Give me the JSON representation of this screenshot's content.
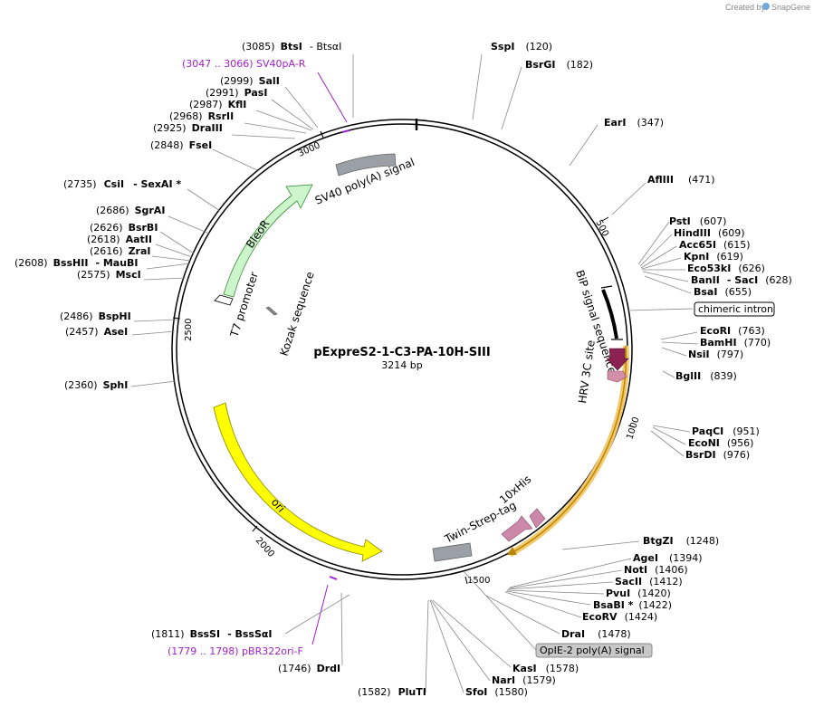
{
  "watermark": {
    "text": "Created by",
    "brand": "SnapGene"
  },
  "plasmid": {
    "name": "pExpreS2-1-C3-PA-10H-SIII",
    "length": "3214 bp"
  },
  "ticks": {
    "t500": "500",
    "t1000": "1000",
    "t1500": "1500",
    "t2000": "2000",
    "t2500": "2500",
    "t3000": "3000"
  },
  "features": {
    "sv40": "SV40 poly(A) signal",
    "bleor": "BleoR",
    "t7": "T7 promoter",
    "kozak": "Kozak sequence",
    "bip": "BiP signal sequence",
    "hrv": "HRV 3C site",
    "chimeric": "chimeric intron",
    "his": "10xHis",
    "twinstrep": "Twin-Strep-tag",
    "ori": "ori",
    "opie2": "OpIE-2 poly(A) signal"
  },
  "primers": {
    "sv40pa": "(3047 .. 3066)  SV40pA-R",
    "pbr": "(1779 .. 1798)  pBR322ori-F"
  },
  "sites": {
    "btsi_n": "(3085)",
    "btsi": "BtsI",
    "btsai": "- BtsαI",
    "sali_n": "(2999)",
    "sali": "SalI",
    "pasi_n": "(2991)",
    "pasi": "PasI",
    "kfli_n": "(2987)",
    "kfli": "KflI",
    "rsrii_n": "(2968)",
    "rsrii": "RsrII",
    "draiii_n": "(2925)",
    "draiii": "DraIII",
    "fsei_n": "(2848)",
    "fsei": "FseI",
    "csii_n": "(2735)",
    "csii": "CsiI",
    "sexai": "- SexAI *",
    "sgrai_n": "(2686)",
    "sgrai": "SgrAI",
    "bsrbi_n": "(2626)",
    "bsrbi": "BsrBI",
    "aatii_n": "(2618)",
    "aatii": "AatII",
    "zrai_n": "(2616)",
    "zrai": "ZraI",
    "bsshii_n": "(2608)",
    "bsshii": "BssHII",
    "maubi": "- MauBI",
    "msci_n": "(2575)",
    "msci": "MscI",
    "bsphi_n": "(2486)",
    "bsphi": "BspHI",
    "asei_n": "(2457)",
    "asei": "AseI",
    "sphi_n": "(2360)",
    "sphi": "SphI",
    "sspi": "SspI",
    "sspi_n": "(120)",
    "bsrgi": "BsrGI",
    "bsrgi_n": "(182)",
    "eari": "EarI",
    "eari_n": "(347)",
    "afliii": "AflIII",
    "afliii_n": "(471)",
    "psti": "PstI",
    "psti_n": "(607)",
    "hindiii": "HindIII",
    "hindiii_n": "(609)",
    "acc65i": "Acc65I",
    "acc65i_n": "(615)",
    "kpni": "KpnI",
    "kpni_n": "(619)",
    "eco53ki": "Eco53kI",
    "eco53ki_n": "(626)",
    "banii": "BanII",
    "saci": "- SacI",
    "banii_n": "(628)",
    "bsai": "BsaI",
    "bsai_n": "(655)",
    "ecori": "EcoRI",
    "ecori_n": "(763)",
    "bamhi": "BamHI",
    "bamhi_n": "(770)",
    "nsii": "NsiI",
    "nsii_n": "(797)",
    "bglii": "BglII",
    "bglii_n": "(839)",
    "paqci": "PaqCI",
    "paqci_n": "(951)",
    "econi": "EcoNI",
    "econi_n": "(956)",
    "bsrdi": "BsrDI",
    "bsrdi_n": "(976)",
    "btgzi": "BtgZI",
    "btgzi_n": "(1248)",
    "agei": "AgeI",
    "agei_n": "(1394)",
    "noti": "NotI",
    "noti_n": "(1406)",
    "sacii": "SacII",
    "sacii_n": "(1412)",
    "pvui": "PvuI",
    "pvui_n": "(1420)",
    "bsabi": "BsaBI *",
    "bsabi_n": "(1422)",
    "ecorv": "EcoRV",
    "ecorv_n": "(1424)",
    "drai": "DraI",
    "drai_n": "(1478)",
    "kasi": "KasI",
    "kasi_n": "(1578)",
    "nari": "NarI",
    "nari_n": "(1579)",
    "sfoi": "SfoI",
    "sfoi_n": "(1580)",
    "pluti_n": "(1582)",
    "pluti": "PluTI",
    "bsssi_n": "(1811)",
    "bsssi": "BssSI",
    "bsssai": "- BssSαI",
    "drdi_n": "(1746)",
    "drdi": "DrdI"
  },
  "colors": {
    "backbone": "#000000",
    "bleor": "#ccf5cc",
    "ori": "#ffff00",
    "signal": "#9aa0a6",
    "bip": "#000000",
    "hrv": "#d48fa8",
    "tag": "#cc88a8",
    "cds_orange": "#f5c96a",
    "primer": "#a020c8",
    "kozak": "#888888"
  }
}
